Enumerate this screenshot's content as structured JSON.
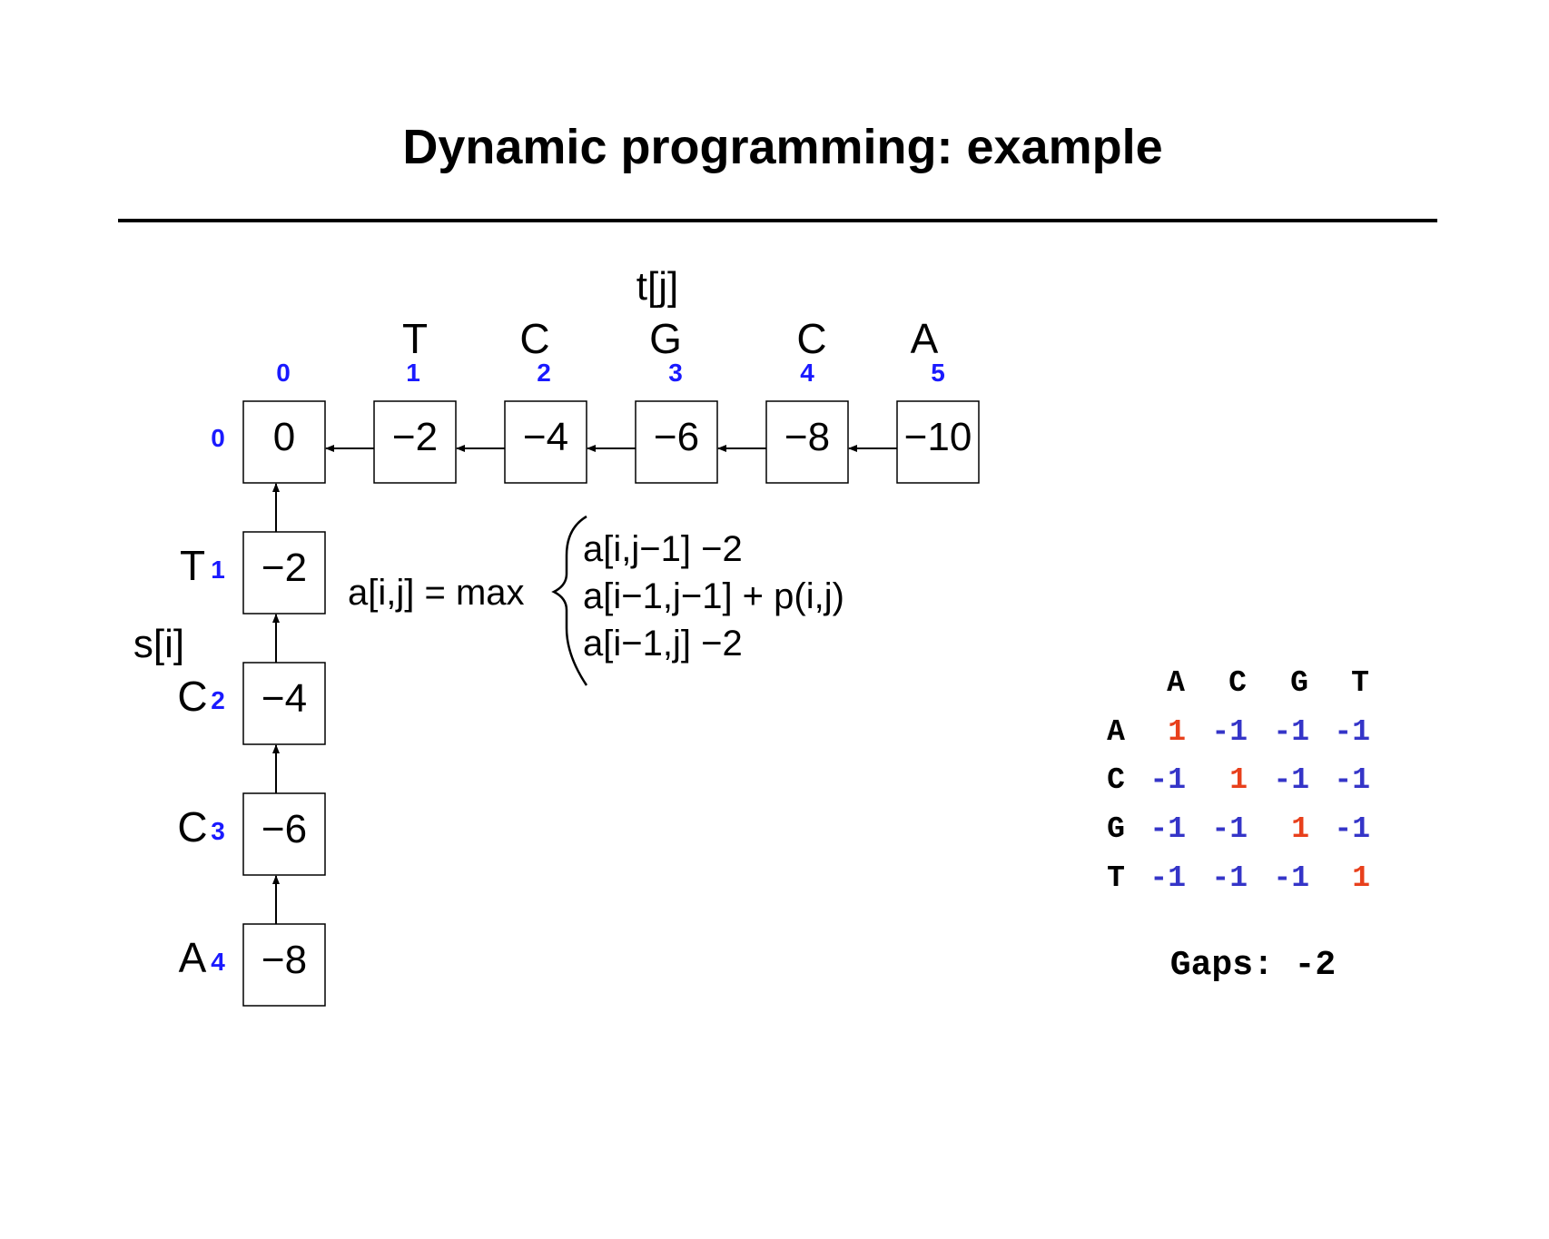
{
  "title": "Dynamic programming: example",
  "diagram": {
    "t_label": "t[j]",
    "s_label": "s[i]",
    "t_letters": [
      "T",
      "C",
      "G",
      "C",
      "A"
    ],
    "t_indices": [
      "0",
      "1",
      "2",
      "3",
      "4",
      "5"
    ],
    "row0_values": [
      "0",
      "−2",
      "−4",
      "−6",
      "−8",
      "−10"
    ],
    "s_letters": [
      "T",
      "C",
      "C",
      "A"
    ],
    "s_indices": [
      "0",
      "1",
      "2",
      "3",
      "4"
    ],
    "col0_values": [
      "−2",
      "−4",
      "−6",
      "−8"
    ],
    "index_color": "#1a1aff",
    "recurrence": {
      "lhs": "a[i,j] = max",
      "cases": [
        "a[i,j−1] −2",
        "a[i−1,j−1] + p(i,j)",
        "a[i−1,j] −2"
      ]
    }
  },
  "score_matrix": {
    "columns": [
      "A",
      "C",
      "G",
      "T"
    ],
    "rows": [
      {
        "label": "A",
        "values": [
          "1",
          "-1",
          "-1",
          "-1"
        ]
      },
      {
        "label": "C",
        "values": [
          "-1",
          "1",
          "-1",
          "-1"
        ]
      },
      {
        "label": "G",
        "values": [
          "-1",
          "-1",
          "1",
          "-1"
        ]
      },
      {
        "label": "T",
        "values": [
          "-1",
          "-1",
          "-1",
          "1"
        ]
      }
    ],
    "match_color": "#e8401c",
    "mismatch_color": "#3535c8",
    "gaps_label": "Gaps: -2"
  }
}
